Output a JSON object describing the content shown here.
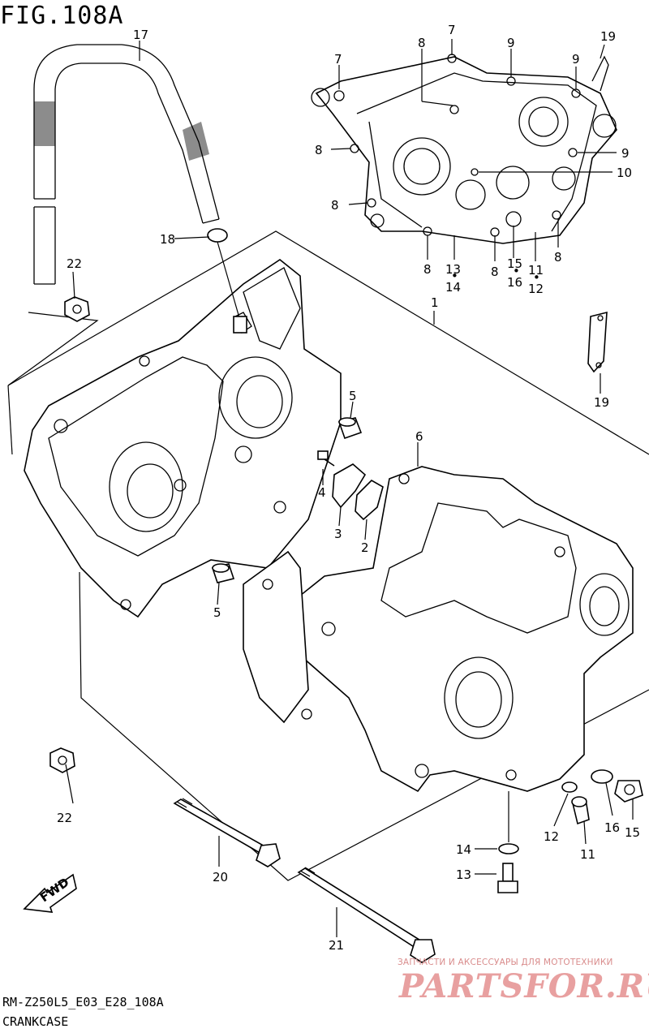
{
  "figure_title": "FIG.108A",
  "model_code": "RM-Z250L5_E03_E28_108A",
  "section_name": "CRANKCASE",
  "fwd_label": "FWD",
  "watermark": {
    "tagline": "ЗАПЧАСТИ И АКСЕССУАРЫ ДЛЯ МОТОТЕХНИКИ",
    "brand": "PARTSFOR.RU"
  },
  "callouts": {
    "c1": "1",
    "c2": "2",
    "c3": "3",
    "c4": "4",
    "c5a": "5",
    "c5b": "5",
    "c6": "6",
    "c7a": "7",
    "c7b": "7",
    "c8a": "8",
    "c8b": "8",
    "c8c": "8",
    "c8d": "8",
    "c8e": "8",
    "c8f": "8",
    "c9a": "9",
    "c9b": "9",
    "c9c": "9",
    "c10": "10",
    "c11a": "11",
    "c11b": "11",
    "c12a": "12",
    "c12b": "12",
    "c13a": "13",
    "c13b": "13",
    "c14a": "14",
    "c14b": "14",
    "c15a": "15",
    "c15b": "15",
    "c16a": "16",
    "c16b": "16",
    "c17": "17",
    "c18": "18",
    "c19a": "19",
    "c19b": "19",
    "c20": "20",
    "c21": "21",
    "c22a": "22",
    "c22b": "22"
  },
  "dot": "•"
}
